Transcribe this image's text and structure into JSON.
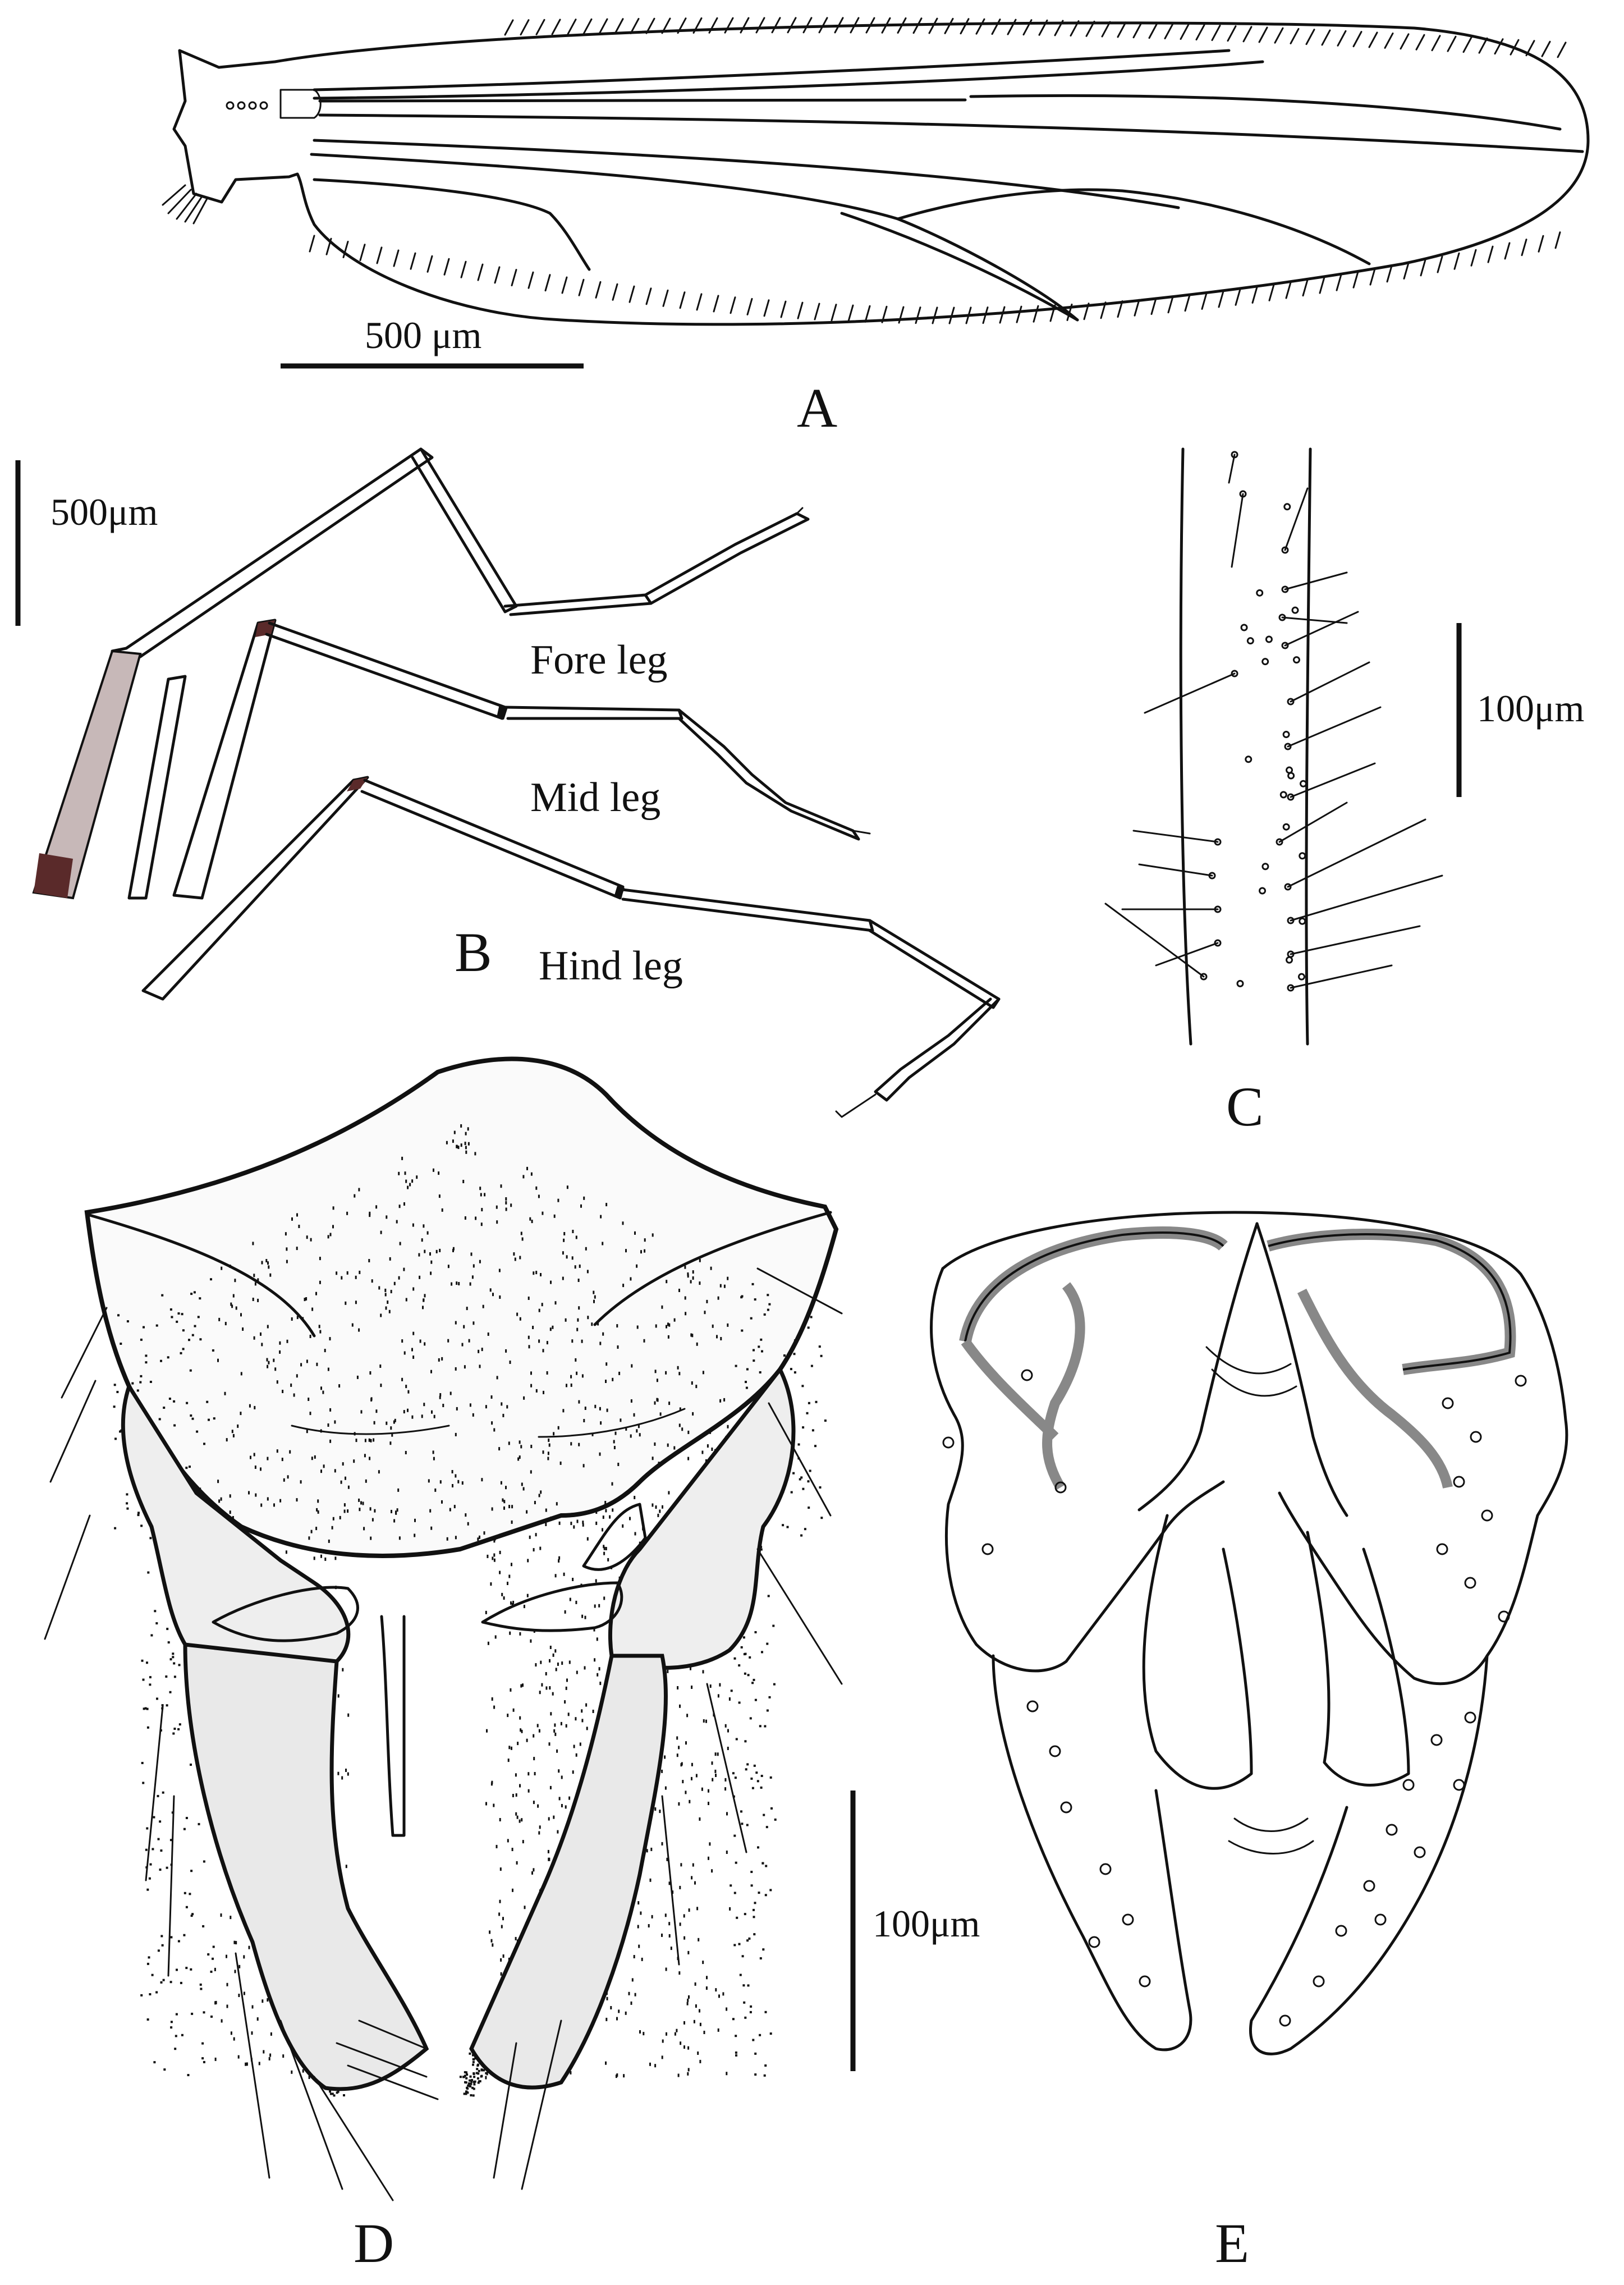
{
  "panels": {
    "A": {
      "letter": "A",
      "scale_label": "500 μm"
    },
    "B": {
      "letter": "B",
      "scale_label": "500μm",
      "legs": {
        "fore": "Fore leg",
        "mid": "Mid leg",
        "hind": "Hind leg"
      }
    },
    "C": {
      "letter": "C",
      "scale_label": "100μm"
    },
    "D": {
      "letter": "D",
      "scale_label": "100μm"
    },
    "E": {
      "letter": "E"
    }
  },
  "colors": {
    "ink": "#111111",
    "femur_shading": "#b9a8a8",
    "femur_dark": "#5a2a2a",
    "gonostylus_band": "#888888"
  }
}
